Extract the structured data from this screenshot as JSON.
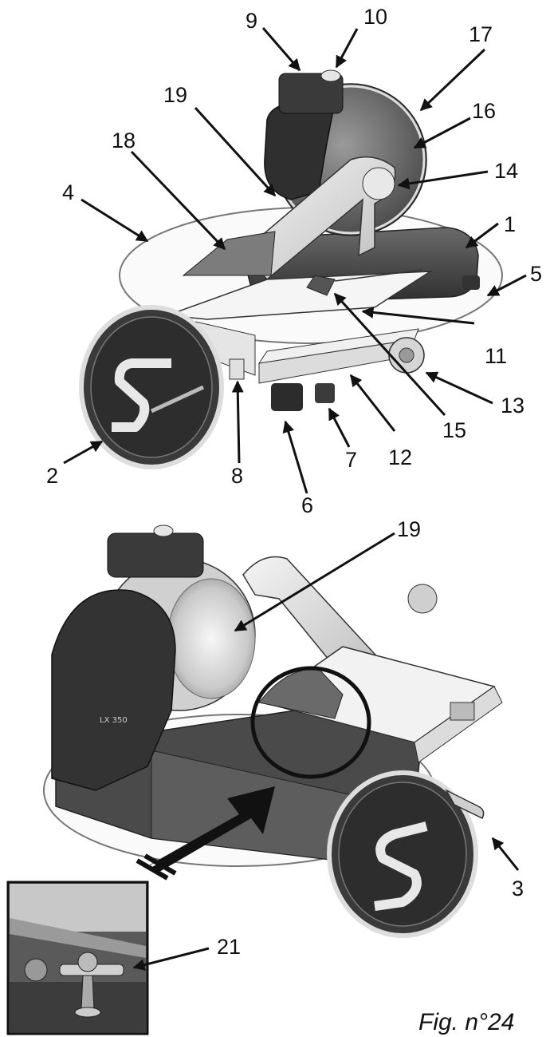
{
  "figure": {
    "caption": "Fig. n°24",
    "model_badge": "LX 350"
  },
  "callouts": {
    "top": [
      "1",
      "2",
      "4",
      "5",
      "6",
      "7",
      "8",
      "9",
      "10",
      "11",
      "12",
      "13",
      "14",
      "15",
      "16",
      "17",
      "18",
      "19"
    ],
    "bottom": [
      "19",
      "3"
    ],
    "inset": [
      "21"
    ]
  },
  "colors": {
    "line": "#111111",
    "body_dark": "#3a3a3a",
    "body_mid": "#6b6b6b",
    "metal": "#d9d9d9",
    "light": "#f2f2f2"
  }
}
